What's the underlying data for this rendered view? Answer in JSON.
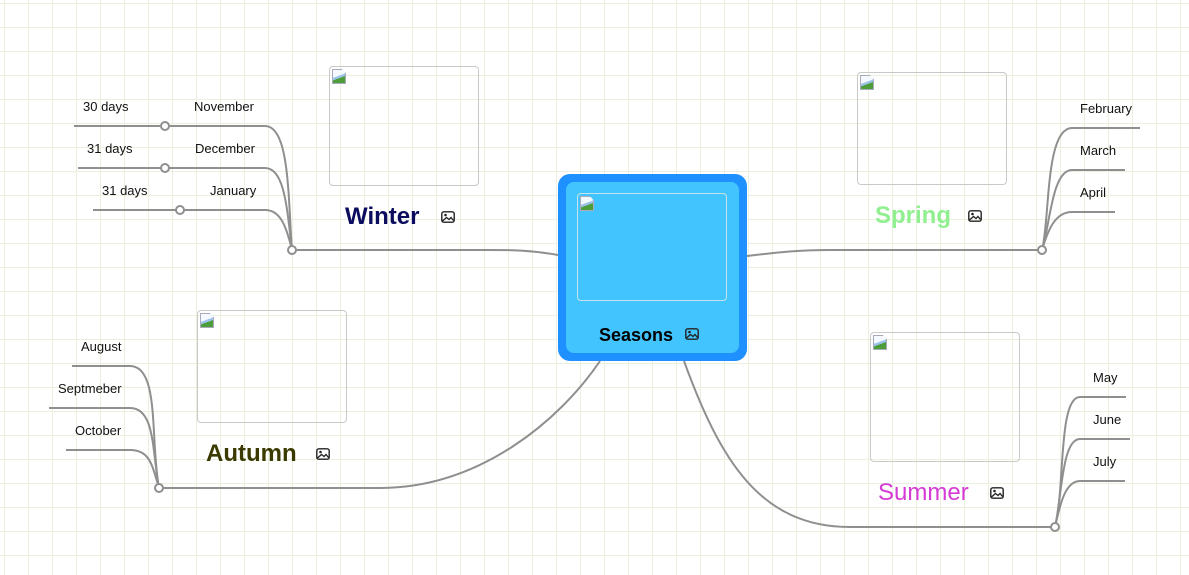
{
  "central_topic": {
    "label": "Seasons",
    "has_image": true,
    "colors": {
      "outer": "#1e90ff",
      "inner": "#42c5ff",
      "text": "#000000"
    }
  },
  "topics": {
    "winter": {
      "label": "Winter",
      "color": "#0c0c5e",
      "months": [
        {
          "label": "November",
          "days": "30 days"
        },
        {
          "label": "December",
          "days": "31 days"
        },
        {
          "label": "January",
          "days": "31 days"
        }
      ]
    },
    "spring": {
      "label": "Spring",
      "color": "#90f090",
      "months": [
        {
          "label": "February"
        },
        {
          "label": "March"
        },
        {
          "label": "April"
        }
      ]
    },
    "autumn": {
      "label": "Autumn",
      "color": "#3a3a00",
      "months": [
        {
          "label": "August"
        },
        {
          "label": "Septmeber"
        },
        {
          "label": "October"
        }
      ]
    },
    "summer": {
      "label": "Summer",
      "color": "#d63ad6",
      "months": [
        {
          "label": "May"
        },
        {
          "label": "June"
        },
        {
          "label": "July"
        }
      ]
    }
  },
  "icons": {
    "image_icon": "image-icon",
    "broken_image": "broken-image-icon",
    "connector": "collapse-node-icon"
  },
  "line_color": "#8f8f8f",
  "grid_color": "#e9f0e0"
}
